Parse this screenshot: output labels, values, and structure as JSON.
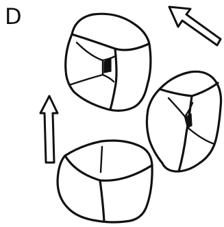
{
  "panel": {
    "label": "D"
  },
  "colors": {
    "ink": "#111111",
    "background": "#ffffff"
  },
  "objects": [
    {
      "kind": "open-box",
      "view": "looking-into-opening"
    },
    {
      "kind": "open-box",
      "view": "looking-into-opening"
    },
    {
      "kind": "open-box",
      "view": "looking-down-from-top"
    }
  ],
  "arrows": [
    {
      "direction": "up-left"
    },
    {
      "direction": "up"
    }
  ]
}
